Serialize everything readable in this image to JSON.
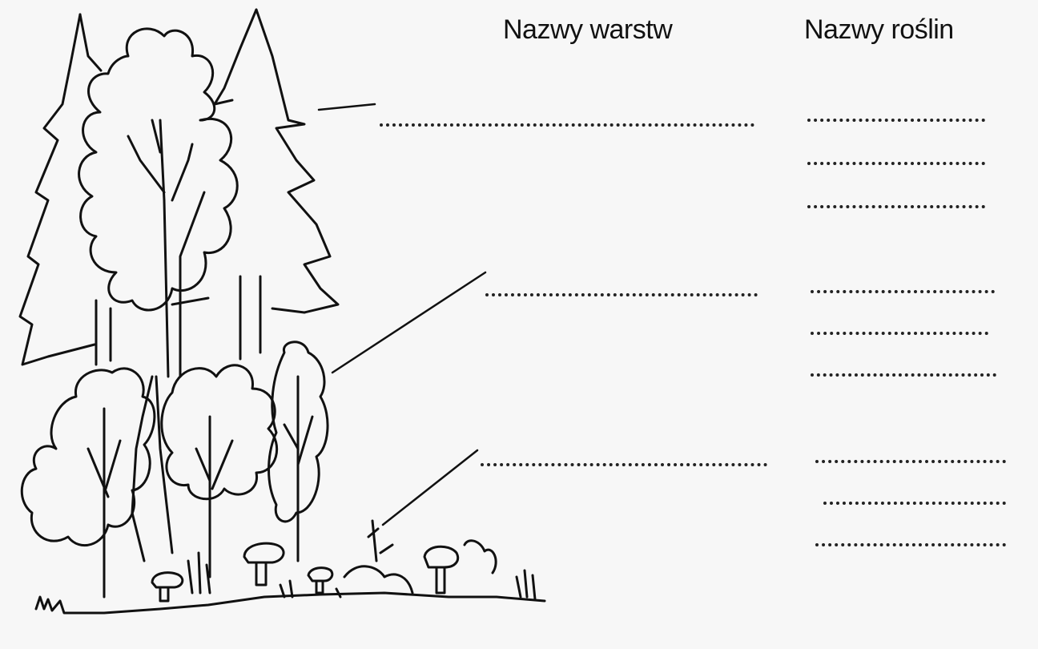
{
  "headers": {
    "layers": "Nazwy warstw",
    "plants": "Nazwy roślin"
  },
  "worksheet": {
    "illustration": "forest-layers-drawing",
    "layer_answer_lines": 3,
    "plant_answer_lines_per_layer": 3
  },
  "colors": {
    "ink": "#111111",
    "paper": "#f7f7f7"
  }
}
